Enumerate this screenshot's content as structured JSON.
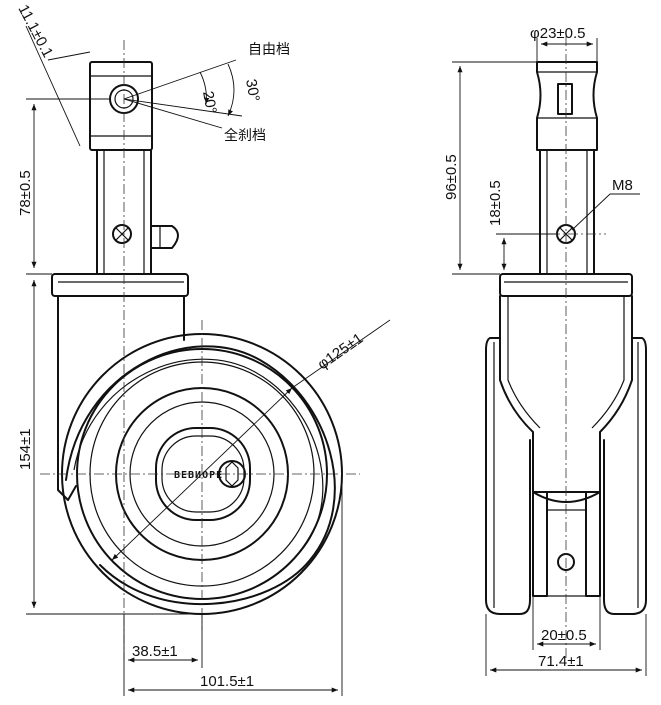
{
  "labels": {
    "free_gear": "自由档",
    "full_brake": "全刹档",
    "angle_20": "20°",
    "angle_30": "30°",
    "brand": "ВЕВИОРЕ"
  },
  "dims_left": {
    "pin_offset": "11.1±0.1",
    "height_top": "78±0.5",
    "height_wheel": "154±1",
    "wheel_dia": "φ125±1",
    "offset": "38.5±1",
    "width": "101.5±1"
  },
  "dims_right": {
    "stem_dia": "φ23±0.5",
    "height_96": "96±0.5",
    "height_18": "18±0.5",
    "thread": "M8",
    "inner_width": "20±0.5",
    "outer_width": "71.4±1"
  }
}
